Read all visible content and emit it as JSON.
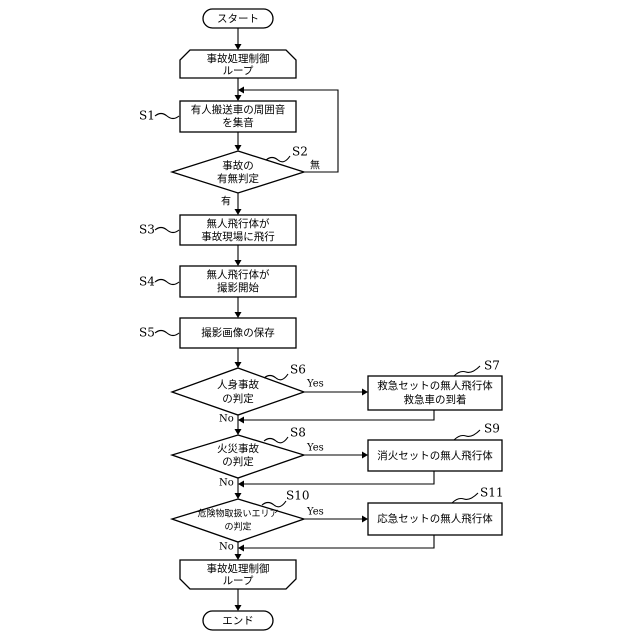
{
  "nodes": {
    "start": "スタート",
    "loop_start_1": "事故処理制御",
    "loop_start_2": "ループ",
    "s1_1": "有人搬送車の周囲音",
    "s1_2": "を集音",
    "s2_1": "事故の",
    "s2_2": "有無判定",
    "s3_1": "無人飛行体が",
    "s3_2": "事故現場に飛行",
    "s4_1": "無人飛行体が",
    "s4_2": "撮影開始",
    "s5": "撮影画像の保存",
    "s6_1": "人身事故",
    "s6_2": "の判定",
    "s7_1": "救急セットの無人飛行体",
    "s7_2": "救急車の到着",
    "s8_1": "火災事故",
    "s8_2": "の判定",
    "s9": "消火セットの無人飛行体",
    "s10_1": "危険物取扱いエリア",
    "s10_2": "の判定",
    "s11": "応急セットの無人飛行体",
    "loop_end_1": "事故処理制御",
    "loop_end_2": "ループ",
    "end": "エンド"
  },
  "steps": {
    "s1": "S1",
    "s2": "S2",
    "s3": "S3",
    "s4": "S4",
    "s5": "S5",
    "s6": "S6",
    "s7": "S7",
    "s8": "S8",
    "s9": "S9",
    "s10": "S10",
    "s11": "S11"
  },
  "branches": {
    "s2_none": "無",
    "s2_yes": "有",
    "s6_yes": "Yes",
    "s6_no": "No",
    "s8_yes": "Yes",
    "s8_no": "No",
    "s10_yes": "Yes",
    "s10_no": "No"
  }
}
